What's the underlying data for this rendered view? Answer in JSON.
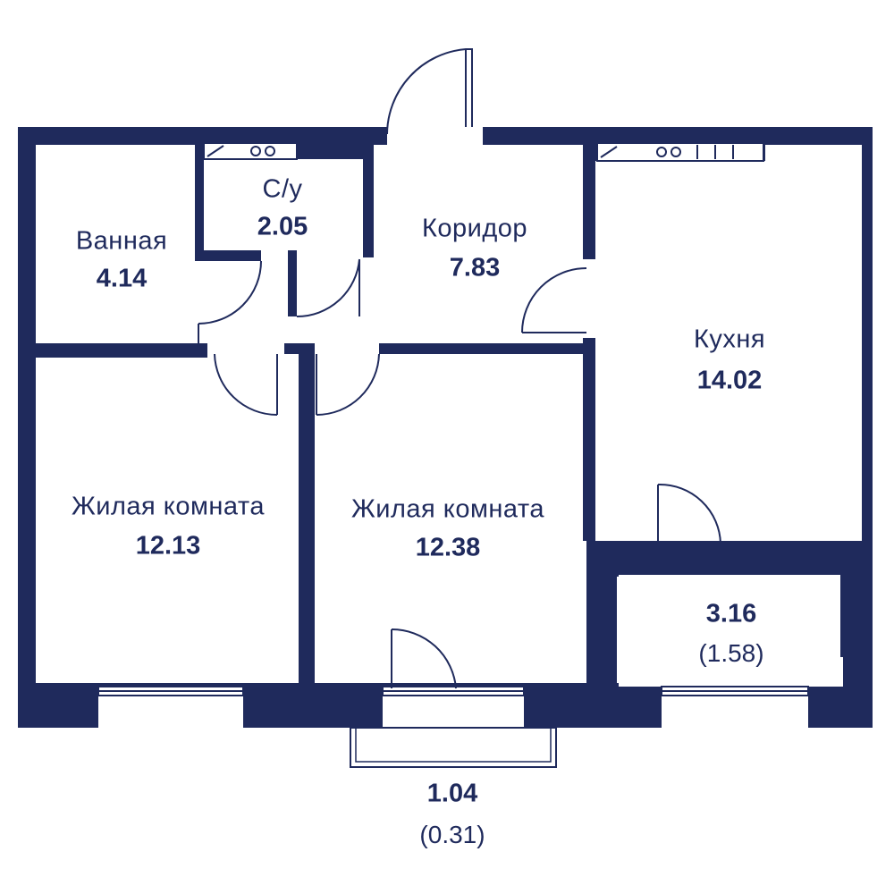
{
  "theme": {
    "wall_color": "#1f2a5c",
    "background": "#ffffff"
  },
  "rooms": {
    "bath": {
      "name": "Ванная",
      "area": "4.14"
    },
    "wc": {
      "name": "С/у",
      "area": "2.05"
    },
    "corridor": {
      "name": "Коридор",
      "area": "7.83"
    },
    "kitchen": {
      "name": "Кухня",
      "area": "14.02"
    },
    "living1": {
      "name": "Жилая комната",
      "area": "12.13"
    },
    "living2": {
      "name": "Жилая комната",
      "area": "12.38"
    },
    "loggia": {
      "area": "3.16",
      "sub": "(1.58)"
    },
    "balcony": {
      "area": "1.04",
      "sub": "(0.31)"
    }
  }
}
